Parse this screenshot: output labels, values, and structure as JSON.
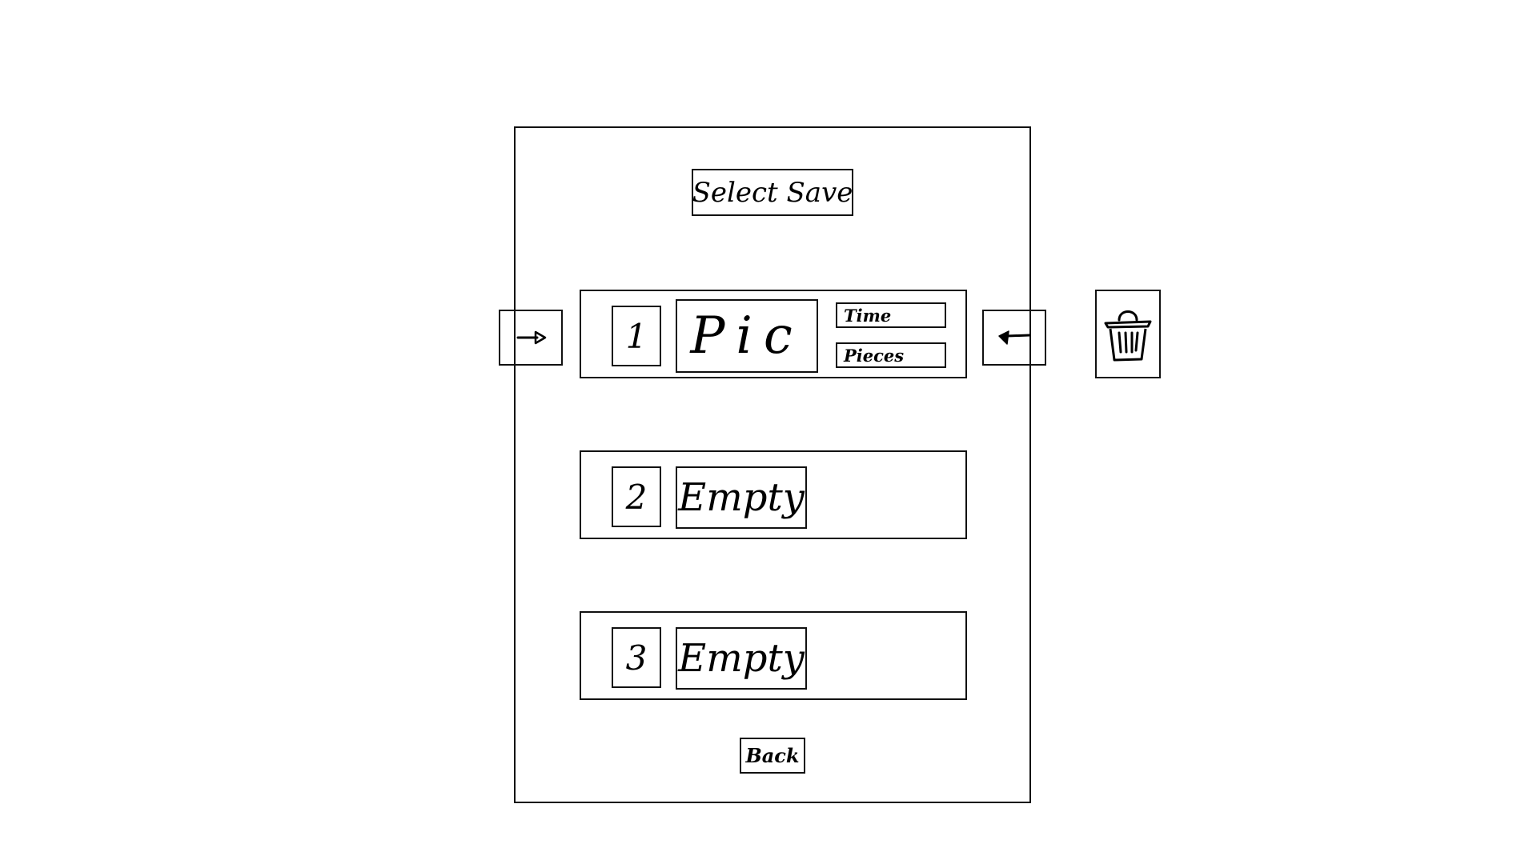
{
  "screen": {
    "title": "Select Save",
    "back_label": "Back"
  },
  "slots": [
    {
      "number": "1",
      "preview": "Pic",
      "time_label": "Time",
      "pieces_label": "Pieces"
    },
    {
      "number": "2",
      "status": "Empty"
    },
    {
      "number": "3",
      "status": "Empty"
    }
  ],
  "icons": {
    "left_arrow": "arrow-right-icon",
    "right_arrow": "arrow-left-icon",
    "delete": "trash-icon"
  }
}
